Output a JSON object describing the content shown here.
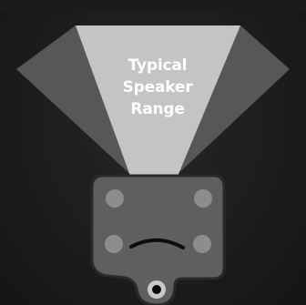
{
  "diagram": {
    "range_label_lines": [
      "Typical",
      "Speaker",
      "Range"
    ],
    "colors": {
      "background": "#1d1d1d",
      "outer_cone": "#575757",
      "inner_cone": "#c4c4c4",
      "device_body": "#5f5f5f",
      "device_outline": "#2a2a2a",
      "device_dots": "#8d8d8d",
      "mouth": "#0d0d0d",
      "jack_ring": "#c9c9c9",
      "jack_hole": "#0a0a0a",
      "label_text": "#ffffff"
    },
    "icons": {
      "device": "speaker-device-icon",
      "mouth": "mouth-curve-icon",
      "jack": "audio-jack-icon"
    }
  }
}
